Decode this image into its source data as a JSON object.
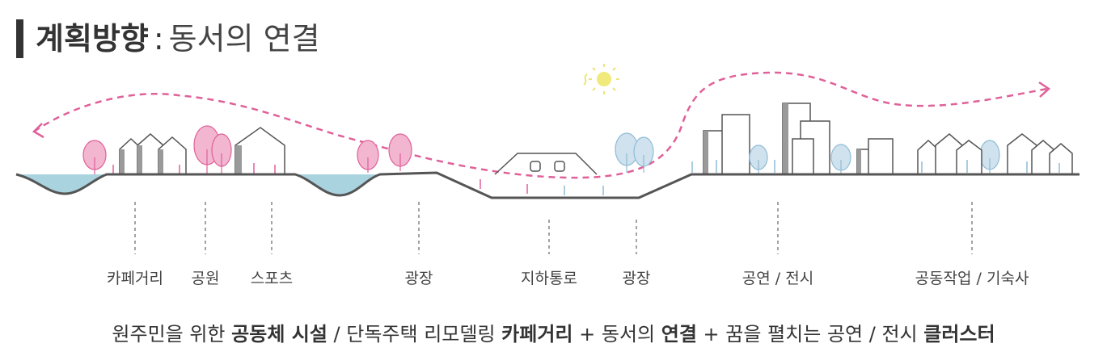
{
  "title": {
    "main": "계획방향",
    "separator": ":",
    "sub": "동서의 연결"
  },
  "labels": [
    "카페거리",
    "공원",
    "스포츠",
    "광장",
    "지하통로",
    "광장",
    "공연 / 전시",
    "공동작업 / 기숙사"
  ],
  "footer": {
    "p1": "원주민을 위한 ",
    "b1": "공동체 시설",
    "p2": " / 단독주택 리모델링 ",
    "b2": "카페거리",
    "p3": " + 동서의 ",
    "b3": "연결",
    "p4": " + 꿈을 펼치는 공연 / 전시 ",
    "b4": "클러스터"
  },
  "colors": {
    "pink": "#e0609a",
    "blue": "#8fbcd6",
    "water": "#a9d3df",
    "ground": "#555555",
    "sun": "#f0ea7a"
  }
}
